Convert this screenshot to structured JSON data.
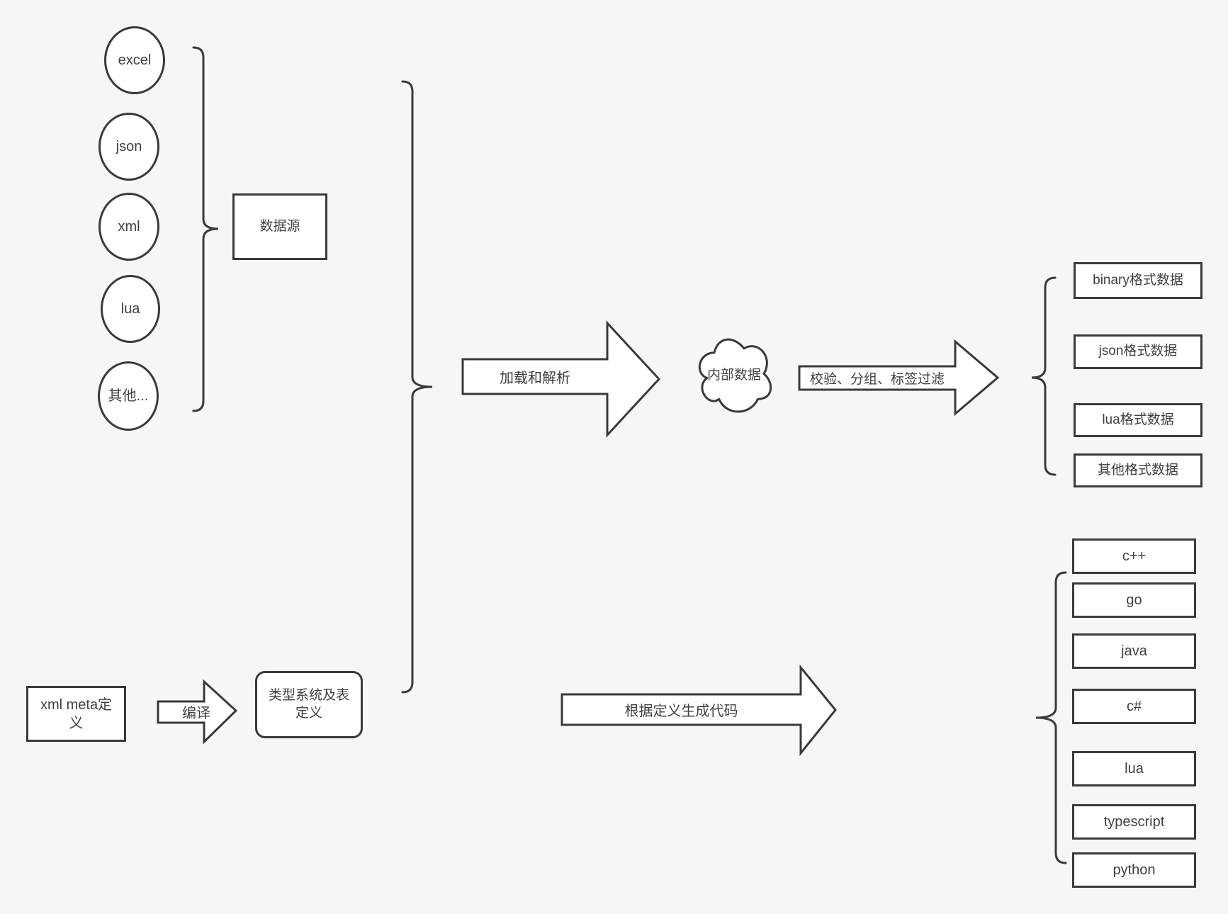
{
  "colors": {
    "background": "#f5f6f7",
    "stroke": "#3a3a3a",
    "shape_fill": "#ffffff",
    "text": "#404040"
  },
  "sources": {
    "group_label": "数据源",
    "items": [
      "excel",
      "json",
      "xml",
      "lua",
      "其他..."
    ]
  },
  "pipeline": {
    "load_arrow_label": "加载和解析",
    "cloud_label": "内部数据",
    "filter_arrow_label": "校验、分组、标签过滤"
  },
  "format_outputs": [
    "binary格式数据",
    "json格式数据",
    "lua格式数据",
    "其他格式数据"
  ],
  "meta_flow": {
    "xml_meta_label": "xml meta定义",
    "compile_arrow_label": "编译",
    "type_system_label": "类型系统及表定义",
    "codegen_arrow_label": "根据定义生成代码"
  },
  "languages": [
    "c++",
    "go",
    "java",
    "c#",
    "lua",
    "typescript",
    "python"
  ]
}
